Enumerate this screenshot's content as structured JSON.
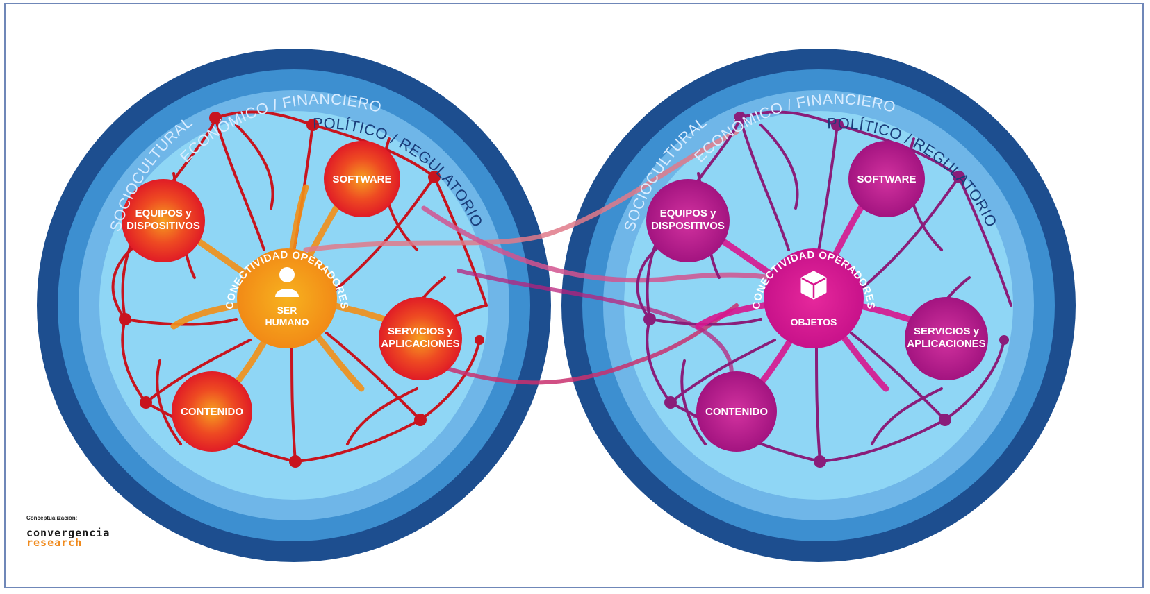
{
  "left_circle": {
    "ring_outer": "SOCIOCULTURAL",
    "ring_middle": "ECONÓMICO / FINANCIERO",
    "ring_inner": "POLÍTICO / REGULATORIO",
    "node_software": "SOFTWARE",
    "node_equipos_line1": "EQUIPOS y",
    "node_equipos_line2": "DISPOSITIVOS",
    "node_servicios_line1": "SERVICIOS y",
    "node_servicios_line2": "APLICACIONES",
    "node_contenido": "CONTENIDO",
    "center_arc": "CONECTIVIDAD OPERADORES",
    "center_line1": "SER",
    "center_line2": "HUMANO",
    "center_icon": "person-icon"
  },
  "right_circle": {
    "ring_outer": "SOCIOCULTURAL",
    "ring_middle": "ECONÓMICO / FINANCIERO",
    "ring_inner": "POLÍTICO / REGULATORIO",
    "node_software": "SOFTWARE",
    "node_equipos_line1": "EQUIPOS y",
    "node_equipos_line2": "DISPOSITIVOS",
    "node_servicios_line1": "SERVICIOS y",
    "node_servicios_line2": "APLICACIONES",
    "node_contenido": "CONTENIDO",
    "center_arc": "CONECTIVIDAD OPERADORES",
    "center_line1": "OBJETOS",
    "center_icon": "cube-icon"
  },
  "credit": {
    "label": "Conceptualización:",
    "brand_line1": "convergencia",
    "brand_line2": "research"
  },
  "colors": {
    "ring_outer": "#1d4e8f",
    "ring_middle": "#3d8fd0",
    "ring_inner": "#6fb6e8",
    "core": "#8fd6f5",
    "left_node": "#e8202a",
    "left_center": "#f29018",
    "right_node": "#b5178c",
    "right_center": "#d8168f"
  }
}
